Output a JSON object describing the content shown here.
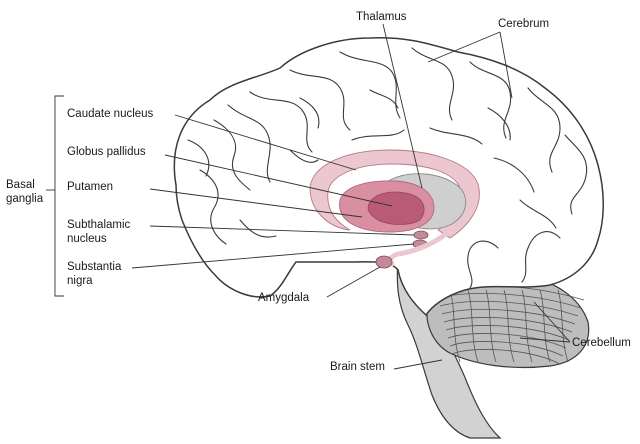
{
  "labels": {
    "thalamus": "Thalamus",
    "cerebrum": "Cerebrum",
    "caudate_nucleus": "Caudate nucleus",
    "globus_pallidus": "Globus pallidus",
    "putamen": "Putamen",
    "subthalamic_nucleus": [
      "Subthalamic",
      "nucleus"
    ],
    "substantia_nigra": [
      "Substantia",
      "nigra"
    ],
    "basal_ganglia": [
      "Basal",
      "ganglia"
    ],
    "amygdala": "Amygdala",
    "brain_stem": "Brain stem",
    "cerebellum": "Cerebellum"
  },
  "colors": {
    "caudate": "#ecc7cf",
    "putamen": "#d98ea1",
    "globus_pallidus": "#b95a77",
    "thalamus": "#cfcfcf",
    "amygdala_nuclei": "#c58a98",
    "brain_stem": "#d2d2d2",
    "cerebellum": "#bdbdbd",
    "outline": "#3a3a3a"
  }
}
